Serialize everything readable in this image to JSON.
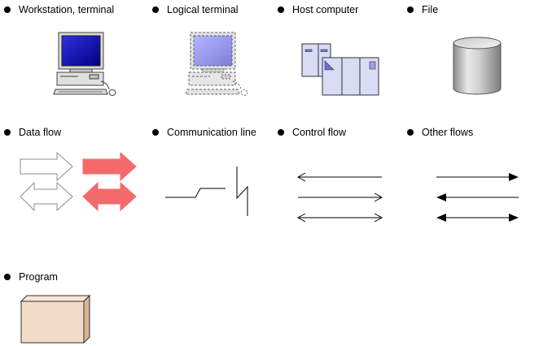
{
  "legend": {
    "workstation_label": "Workstation, terminal",
    "logical_terminal_label": "Logical terminal",
    "host_computer_label": "Host computer",
    "file_label": "File",
    "data_flow_label": "Data flow",
    "communication_line_label": "Communication line",
    "control_flow_label": "Control flow",
    "other_flows_label": "Other flows",
    "program_label": "Program"
  },
  "symbols": {
    "workstation": "workstation-terminal-icon",
    "logical_terminal": "logical-terminal-icon",
    "host_computer": "host-computer-icon",
    "file": "file-cylinder-icon",
    "data_flow": "data-flow-arrows",
    "communication_line": "communication-line-symbol",
    "control_flow": "control-flow-arrows",
    "other_flows": "other-flows-arrows",
    "program": "program-box-icon"
  },
  "colors": {
    "data_flow_fill": "#f46a6a",
    "host_panel": "#dadcf6",
    "host_accent": "#7a7fe0",
    "program_fill": "#f4dcc8",
    "program_side": "#d9b596",
    "screen_blue": "#1010b0",
    "logical_screen": "#9b9cf0"
  }
}
